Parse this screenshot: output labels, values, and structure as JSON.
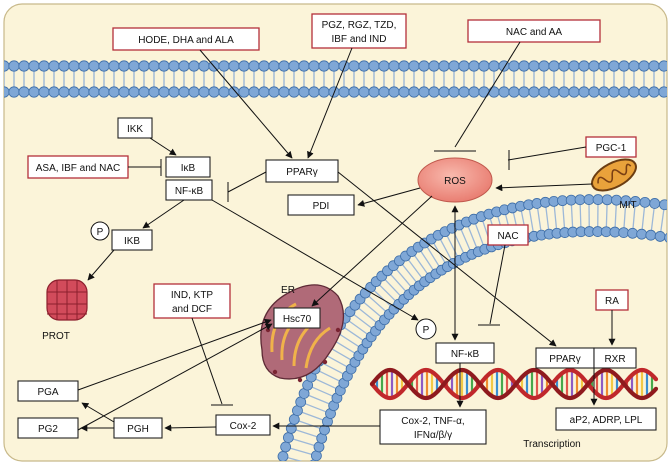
{
  "colors": {
    "background": "#fbf4d9",
    "membrane_head": "#7fa7d6",
    "membrane_head_stroke": "#3e6ea8",
    "membrane_tail": "#9db8d8",
    "red_box": "#b4303a",
    "dark_box": "#222222",
    "ros_fill": "#f2958a",
    "arrow": "#111111"
  },
  "labels": {
    "hode": "HODE, DHA and ALA",
    "pgz": [
      "PGZ, RGZ, TZD,",
      "IBF and IND"
    ],
    "nac_aa": "NAC and AA",
    "ikk": "IKK",
    "asa": "ASA, IBF and NAC",
    "ikb": "IκB",
    "nfkb": "NF-κB",
    "ppar": "PPARγ",
    "pdi": "PDI",
    "ros": "ROS",
    "pgc1": "PGC-1",
    "mit": "MIT",
    "nac": "NAC",
    "p": "P",
    "ikb2": "IKB",
    "prot": "PROT",
    "ind_ktp": [
      "IND, KTP",
      "and DCF"
    ],
    "er": "ER",
    "hsc70": "Hsc70",
    "p2": "P",
    "nfkb2": "NF-κB",
    "ra": "RA",
    "ppar2": "PPARγ",
    "rxr": "RXR",
    "pga": "PGA",
    "pg2": "PG2",
    "pgh": "PGH",
    "cox2": "Cox-2",
    "cox2_tnf": [
      "Cox-2, TNF-α,",
      "IFNα/β/γ"
    ],
    "ap2": "aP2, ADRP, LPL",
    "transcription": "Transcription"
  }
}
